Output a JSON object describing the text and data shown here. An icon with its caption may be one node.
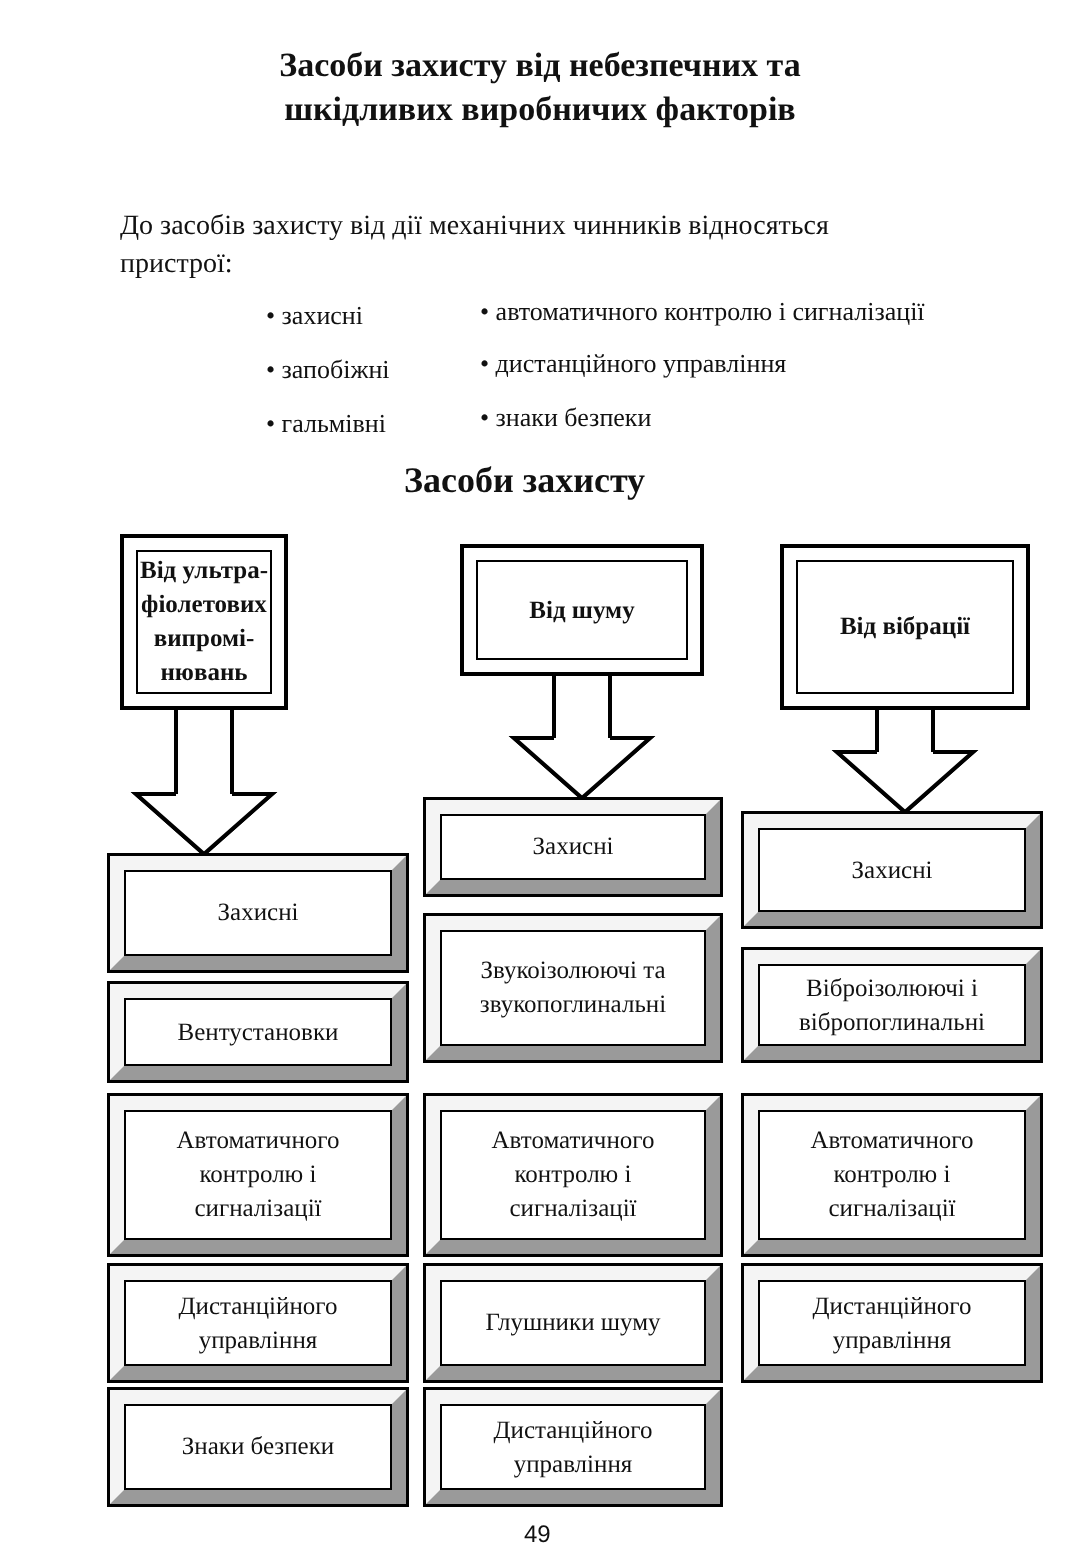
{
  "diagram": {
    "title": "Засоби захисту від небезпечних та шкідливих виробничих факторів",
    "nodes": [
      {
        "text": [
          "Від ультра- фіолетових випромі- нювань"
        ]
      },
      {
        "text": [
          "Від шуму"
        ]
      },
      {
        "text": [
          "Від вібрації"
        ]
      },
      {
        "text": [
          "Захисні"
        ]
      },
      {
        "text": [
          "Захисні"
        ]
      },
      {
        "text": [
          "Захисні"
        ]
      },
      {
        "text": [
          "Звукоізолюючі та звукопоглинальні"
        ]
      },
      {
        "text": [
          "Віброізолюючі і вібропоглинальні"
        ]
      },
      {
        "text": [
          "Вентустановки"
        ]
      },
      {
        "text": [
          "Автоматичного контролю і сигналізації"
        ]
      },
      {
        "text": [
          "Автоматичного контролю і сигналізації"
        ]
      },
      {
        "text": [
          "Автоматичного контролю і сигналізації"
        ]
      },
      {
        "text": [
          "Дистанційного управління"
        ]
      },
      {
        "text": [
          "Глушники шуму"
        ]
      },
      {
        "text": [
          "Дистанційного управління"
        ]
      },
      {
        "text": [
          "Знаки безпеки"
        ]
      },
      {
        "text": [
          "Дистанційного управління"
        ]
      }
    ],
    "edges": [
      {
        "from": 0,
        "to": 5,
        "arrow": "to"
      },
      {
        "from": 1,
        "to": 3,
        "arrow": "to"
      },
      {
        "from": 2,
        "to": 4,
        "arrow": "to"
      }
    ],
    "labels": [
      "До засобів захисту від дії механічних чинників відносяться пристрої:",
      "• захисні",
      "• автоматичного контролю і сигналізації",
      "• запобіжні",
      "• дистанційного управління",
      "• гальмівні",
      "• знаки безпеки",
      "Засоби захисту",
      "49"
    ]
  }
}
